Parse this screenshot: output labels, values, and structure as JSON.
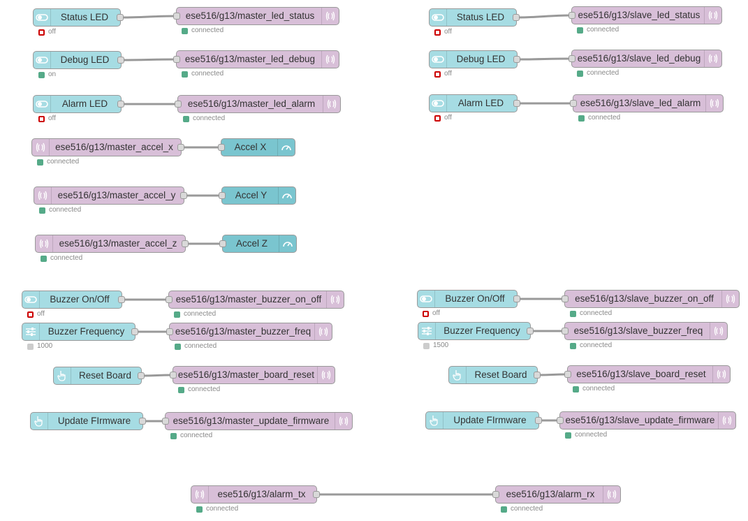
{
  "flow": {
    "nodes": [
      {
        "id": "n1",
        "type": "switch",
        "label": "Status LED",
        "status": {
          "shape": "red",
          "text": "off"
        }
      },
      {
        "id": "n2",
        "type": "mqtt_out",
        "label": "ese516/g13/master_led_status",
        "status": {
          "shape": "green",
          "text": "connected"
        }
      },
      {
        "id": "n3",
        "type": "switch",
        "label": "Debug LED",
        "status": {
          "shape": "green",
          "text": "on"
        }
      },
      {
        "id": "n4",
        "type": "mqtt_out",
        "label": "ese516/g13/master_led_debug",
        "status": {
          "shape": "green",
          "text": "connected"
        }
      },
      {
        "id": "n5",
        "type": "switch",
        "label": "Alarm LED",
        "status": {
          "shape": "red",
          "text": "off"
        }
      },
      {
        "id": "n6",
        "type": "mqtt_out",
        "label": "ese516/g13/master_led_alarm",
        "status": {
          "shape": "green",
          "text": "connected"
        }
      },
      {
        "id": "n7",
        "type": "mqtt_in",
        "label": "ese516/g13/master_accel_x",
        "status": {
          "shape": "green",
          "text": "connected"
        }
      },
      {
        "id": "n8",
        "type": "gauge",
        "label": "Accel X"
      },
      {
        "id": "n9",
        "type": "mqtt_in",
        "label": "ese516/g13/master_accel_y",
        "status": {
          "shape": "green",
          "text": "connected"
        }
      },
      {
        "id": "n10",
        "type": "gauge",
        "label": "Accel Y"
      },
      {
        "id": "n11",
        "type": "mqtt_in",
        "label": "ese516/g13/master_accel_z",
        "status": {
          "shape": "green",
          "text": "connected"
        }
      },
      {
        "id": "n12",
        "type": "gauge",
        "label": "Accel Z"
      },
      {
        "id": "n13",
        "type": "switch",
        "label": "Buzzer On/Off",
        "status": {
          "shape": "red",
          "text": "off"
        }
      },
      {
        "id": "n14",
        "type": "mqtt_out",
        "label": "ese516/g13/master_buzzer_on_off",
        "status": {
          "shape": "green",
          "text": "connected"
        }
      },
      {
        "id": "n15",
        "type": "slider",
        "label": "Buzzer Frequency",
        "status": {
          "shape": "grey",
          "text": "1000"
        }
      },
      {
        "id": "n16",
        "type": "mqtt_out",
        "label": "ese516/g13/master_buzzer_freq",
        "status": {
          "shape": "green",
          "text": "connected"
        }
      },
      {
        "id": "n17",
        "type": "button",
        "label": "Reset Board"
      },
      {
        "id": "n18",
        "type": "mqtt_out",
        "label": "ese516/g13/master_board_reset",
        "status": {
          "shape": "green",
          "text": "connected"
        }
      },
      {
        "id": "n19",
        "type": "button",
        "label": "Update FIrmware"
      },
      {
        "id": "n20",
        "type": "mqtt_out",
        "label": "ese516/g13/master_update_firmware",
        "status": {
          "shape": "green",
          "text": "connected"
        }
      },
      {
        "id": "s1",
        "type": "switch",
        "label": "Status LED",
        "status": {
          "shape": "red",
          "text": "off"
        }
      },
      {
        "id": "s2",
        "type": "mqtt_out",
        "label": "ese516/g13/slave_led_status",
        "status": {
          "shape": "green",
          "text": "connected"
        }
      },
      {
        "id": "s3",
        "type": "switch",
        "label": "Debug LED",
        "status": {
          "shape": "red",
          "text": "off"
        }
      },
      {
        "id": "s4",
        "type": "mqtt_out",
        "label": "ese516/g13/slave_led_debug",
        "status": {
          "shape": "green",
          "text": "connected"
        }
      },
      {
        "id": "s5",
        "type": "switch",
        "label": "Alarm LED",
        "status": {
          "shape": "red",
          "text": "off"
        }
      },
      {
        "id": "s6",
        "type": "mqtt_out",
        "label": "ese516/g13/slave_led_alarm",
        "status": {
          "shape": "green",
          "text": "connected"
        }
      },
      {
        "id": "s7",
        "type": "switch",
        "label": "Buzzer On/Off",
        "status": {
          "shape": "red",
          "text": "off"
        }
      },
      {
        "id": "s8",
        "type": "mqtt_out",
        "label": "ese516/g13/slave_buzzer_on_off",
        "status": {
          "shape": "green",
          "text": "connected"
        }
      },
      {
        "id": "s9",
        "type": "slider",
        "label": "Buzzer Frequency",
        "status": {
          "shape": "grey",
          "text": "1500"
        }
      },
      {
        "id": "s10",
        "type": "mqtt_out",
        "label": "ese516/g13/slave_buzzer_freq",
        "status": {
          "shape": "green",
          "text": "connected"
        }
      },
      {
        "id": "s11",
        "type": "button",
        "label": "Reset Board"
      },
      {
        "id": "s12",
        "type": "mqtt_out",
        "label": "ese516/g13/slave_board_reset",
        "status": {
          "shape": "green",
          "text": "connected"
        }
      },
      {
        "id": "s13",
        "type": "button",
        "label": "Update FIrmware"
      },
      {
        "id": "s14",
        "type": "mqtt_out",
        "label": "ese516/g13/slave_update_firmware",
        "status": {
          "shape": "green",
          "text": "connected"
        }
      },
      {
        "id": "a1",
        "type": "mqtt_in",
        "label": "ese516/g13/alarm_tx",
        "status": {
          "shape": "green",
          "text": "connected"
        }
      },
      {
        "id": "a2",
        "type": "mqtt_out",
        "label": "ese516/g13/alarm_rx",
        "status": {
          "shape": "green",
          "text": "connected"
        }
      }
    ],
    "wires": [
      [
        "n1",
        "n2"
      ],
      [
        "n3",
        "n4"
      ],
      [
        "n5",
        "n6"
      ],
      [
        "n7",
        "n8"
      ],
      [
        "n9",
        "n10"
      ],
      [
        "n11",
        "n12"
      ],
      [
        "n13",
        "n14"
      ],
      [
        "n15",
        "n16"
      ],
      [
        "n17",
        "n18"
      ],
      [
        "n19",
        "n20"
      ],
      [
        "s1",
        "s2"
      ],
      [
        "s3",
        "s4"
      ],
      [
        "s5",
        "s6"
      ],
      [
        "s7",
        "s8"
      ],
      [
        "s9",
        "s10"
      ],
      [
        "s11",
        "s12"
      ],
      [
        "s13",
        "s14"
      ],
      [
        "a1",
        "a2"
      ]
    ]
  },
  "colors": {
    "mqtt": "#d8bfd8",
    "ui": "#a6dce3",
    "gauge": "#7ac5cf",
    "wire": "#999999",
    "status_green": "#55aa88",
    "status_red": "#cc0000"
  },
  "icons": {
    "switch": "toggle-icon",
    "slider": "slider-icon",
    "button": "hand-pointer-icon",
    "gauge": "gauge-icon",
    "mqtt_in": "bridge-wireless-icon",
    "mqtt_out": "bridge-wireless-icon"
  }
}
